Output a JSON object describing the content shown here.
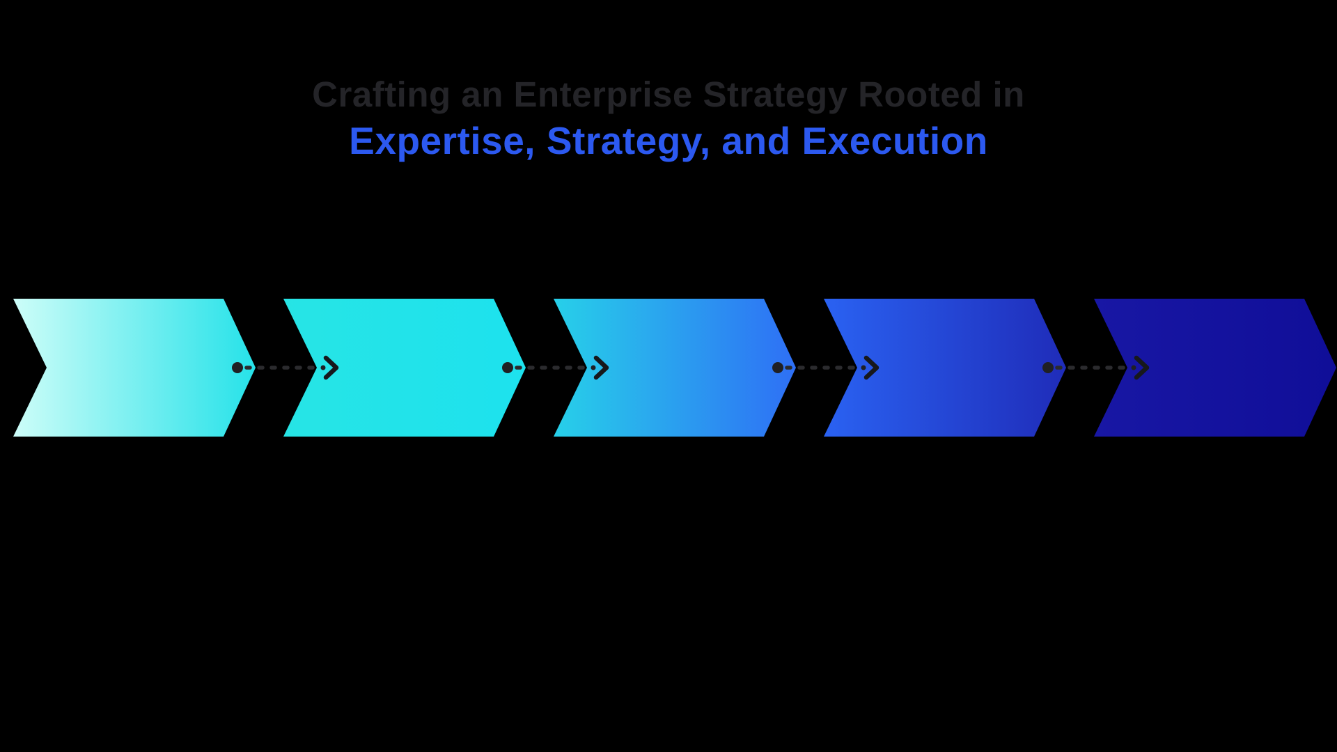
{
  "page": {
    "background_color": "#000000"
  },
  "title": {
    "line1": "Crafting an Enterprise Strategy Rooted in",
    "line1_color": "#242428",
    "line2": "Expertise, Strategy, and Execution",
    "line2_color": "#2c59f0"
  },
  "process_flow": {
    "type": "chevron-process-arrows",
    "direction": "left-to-right",
    "step_count": 5,
    "steps": [
      {
        "id": 1,
        "gradient_from": "#cdfdf8",
        "gradient_to": "#26e2e9"
      },
      {
        "id": 2,
        "gradient_from": "#27e4e5",
        "gradient_to": "#1de2ee"
      },
      {
        "id": 3,
        "gradient_from": "#27d0e9",
        "gradient_to": "#2e6ff5"
      },
      {
        "id": 4,
        "gradient_from": "#2a62f2",
        "gradient_to": "#1f2cb9"
      },
      {
        "id": 5,
        "gradient_from": "#1817a4",
        "gradient_to": "#100e98"
      }
    ],
    "connector": {
      "style": "dashed",
      "dot_color": "#202023",
      "dash_color": "#2b2b2e",
      "arrow_color": "#17181b"
    }
  }
}
